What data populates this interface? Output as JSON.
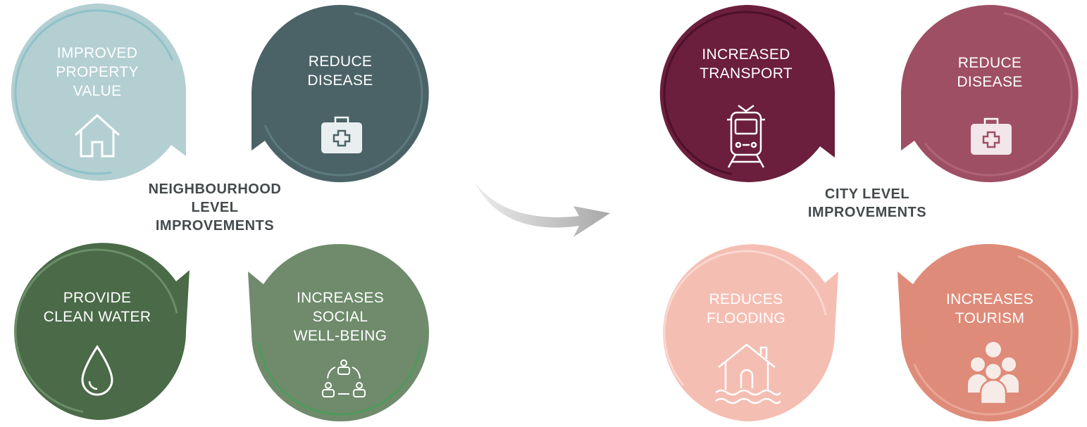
{
  "neighbourhood": {
    "center": [
      "NEIGHBOURHOOD",
      "LEVEL",
      "IMPROVEMENTS"
    ],
    "items": [
      {
        "lines": [
          "IMPROVED",
          "PROPERTY",
          "VALUE"
        ],
        "color": "#b3cfd2",
        "icon": "house-icon"
      },
      {
        "lines": [
          "REDUCE",
          "DISEASE"
        ],
        "color": "#4b6367",
        "icon": "medical-kit-icon"
      },
      {
        "lines": [
          "PROVIDE",
          "CLEAN WATER"
        ],
        "color": "#4a6a48",
        "icon": "water-drop-icon"
      },
      {
        "lines": [
          "INCREASES",
          "SOCIAL",
          "WELL-BEING"
        ],
        "color": "#6f8b6c",
        "icon": "community-cycle-icon"
      }
    ]
  },
  "city": {
    "center": [
      "CITY LEVEL",
      "IMPROVEMENTS"
    ],
    "items": [
      {
        "lines": [
          "INCREASED",
          "TRANSPORT"
        ],
        "color": "#6b1f3c",
        "icon": "tram-icon"
      },
      {
        "lines": [
          "REDUCE",
          "DISEASE"
        ],
        "color": "#9e4f64",
        "icon": "medical-kit-icon"
      },
      {
        "lines": [
          "REDUCES",
          "FLOODING"
        ],
        "color": "#f5beb3",
        "icon": "flooded-house-icon"
      },
      {
        "lines": [
          "INCREASES",
          "TOURISM"
        ],
        "color": "#df8b79",
        "icon": "people-group-icon"
      }
    ]
  }
}
